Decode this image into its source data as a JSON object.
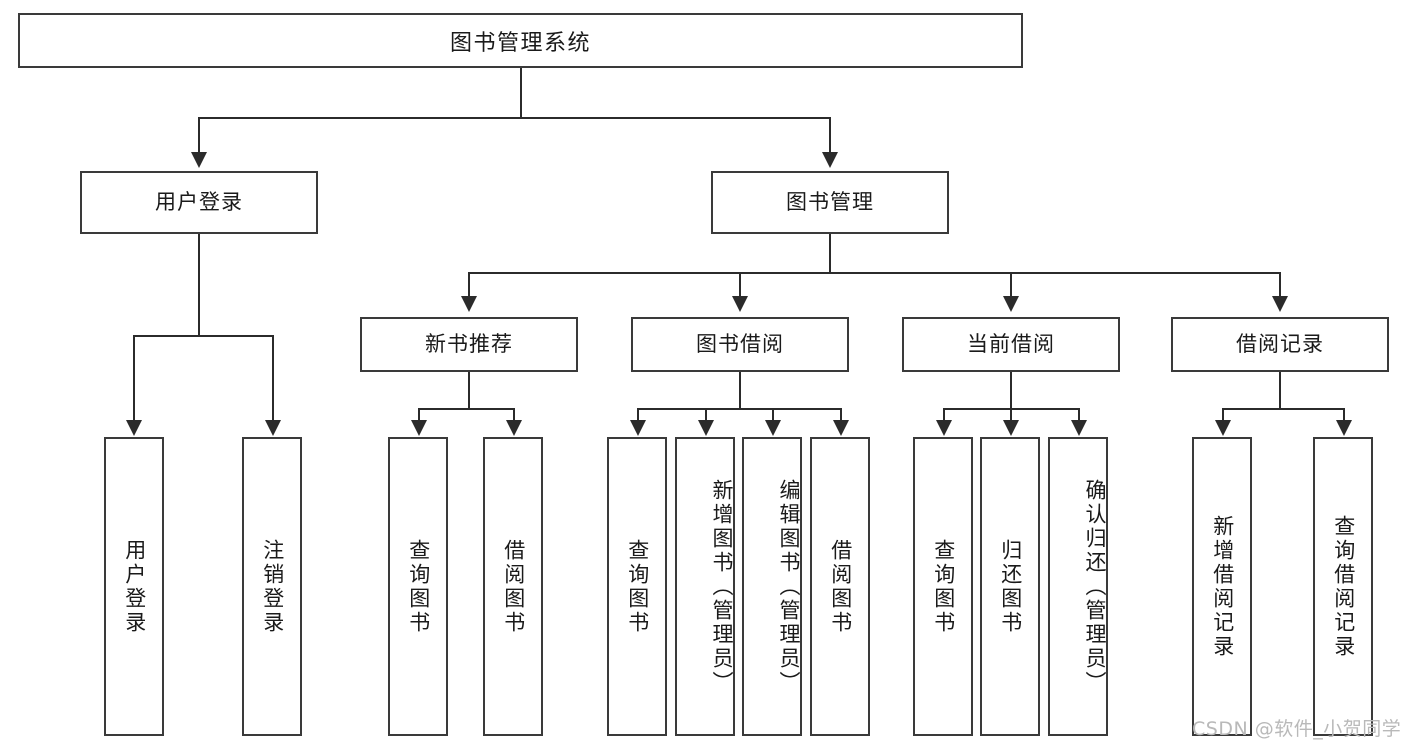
{
  "diagram": {
    "title": "图书管理系统",
    "type": "tree-structure-chart",
    "watermark": "CSDN @软件_小贺同学",
    "colors": {
      "box_border": "#3a3a3a",
      "connector": "#2b2b2b",
      "background": "#ffffff",
      "text": "#1a1a1a",
      "watermark": "#b9b9b9"
    },
    "root": {
      "label": "图书管理系统"
    },
    "level2": [
      {
        "key": "user_login",
        "label": "用户登录"
      },
      {
        "key": "book_manage",
        "label": "图书管理"
      }
    ],
    "level3": [
      {
        "key": "new_book_rec",
        "label": "新书推荐",
        "parent": "book_manage"
      },
      {
        "key": "book_borrow",
        "label": "图书借阅",
        "parent": "book_manage"
      },
      {
        "key": "current_borrow",
        "label": "当前借阅",
        "parent": "book_manage"
      },
      {
        "key": "borrow_record",
        "label": "借阅记录",
        "parent": "book_manage"
      }
    ],
    "leaves": {
      "user_login": [
        {
          "label": "用户登录"
        },
        {
          "label": "注销登录"
        }
      ],
      "new_book_rec": [
        {
          "label": "查询图书"
        },
        {
          "label": "借阅图书"
        }
      ],
      "book_borrow": [
        {
          "label": "查询图书"
        },
        {
          "label": "新增图书（管理员）"
        },
        {
          "label": "编辑图书（管理员）"
        },
        {
          "label": "借阅图书"
        }
      ],
      "current_borrow": [
        {
          "label": "查询图书"
        },
        {
          "label": "归还图书"
        },
        {
          "label": "确认归还（管理员）"
        }
      ],
      "borrow_record": [
        {
          "label": "新增借阅记录"
        },
        {
          "label": "查询借阅记录"
        }
      ]
    }
  }
}
